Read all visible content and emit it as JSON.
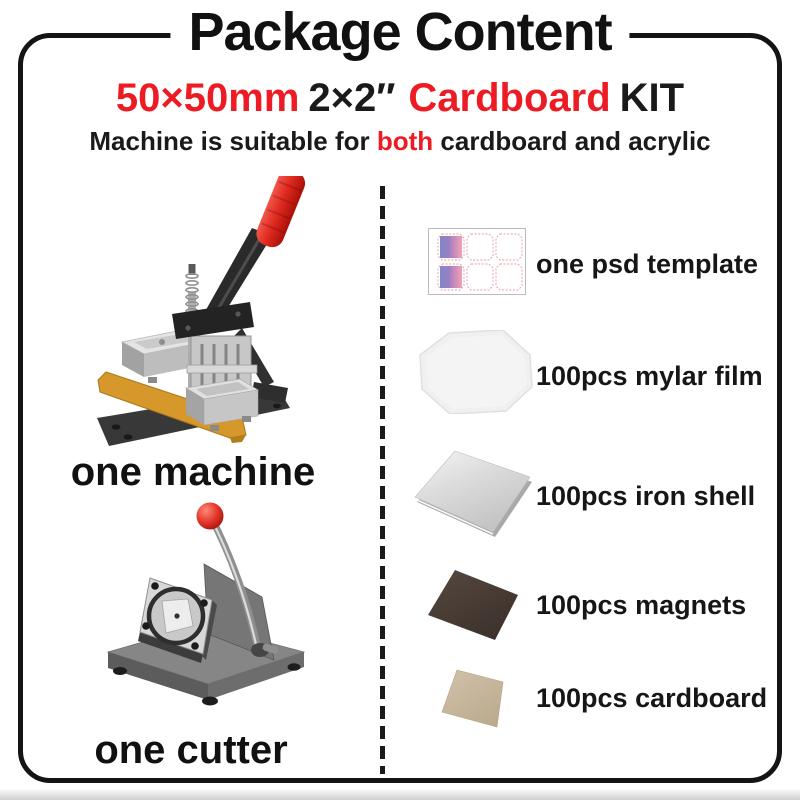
{
  "header": {
    "title": "Package Content",
    "subtitle": {
      "size_mm": "50×50mm",
      "size_inch": "2×2″",
      "material": "Cardboard",
      "kit": "KIT"
    },
    "tagline": {
      "prefix": "Machine is suitable for ",
      "highlight": "both",
      "suffix": " cardboard and acrylic"
    }
  },
  "left_column": {
    "machine_label": "one machine",
    "cutter_label": "one cutter"
  },
  "right_column": {
    "items": [
      {
        "label": "one psd template",
        "icon": "psd-template-sheet"
      },
      {
        "label": "100pcs mylar film",
        "icon": "mylar-film-octagon"
      },
      {
        "label": "100pcs iron shell",
        "icon": "iron-shell-square"
      },
      {
        "label": "100pcs magnets",
        "icon": "magnet-square"
      },
      {
        "label": "100pcs cardboard",
        "icon": "cardboard-square"
      }
    ]
  },
  "colors": {
    "accent_red": "#ed1c24",
    "text_black": "#161616",
    "border_black": "#141414",
    "machine_handle_red": "#e02a1f",
    "machine_gold_base": "#d6982b",
    "machine_chrome": "#c7c7c7",
    "cutter_body_gray": "#868686",
    "cutter_knob_red": "#e2352a",
    "mylar_film": "#f0f0f0",
    "iron_shell": "#dcdcdc",
    "magnet_brown": "#463a33",
    "cardboard_tan": "#c9b9a0",
    "template_gradient": [
      "#7d88ca",
      "#f0a3b8"
    ]
  }
}
